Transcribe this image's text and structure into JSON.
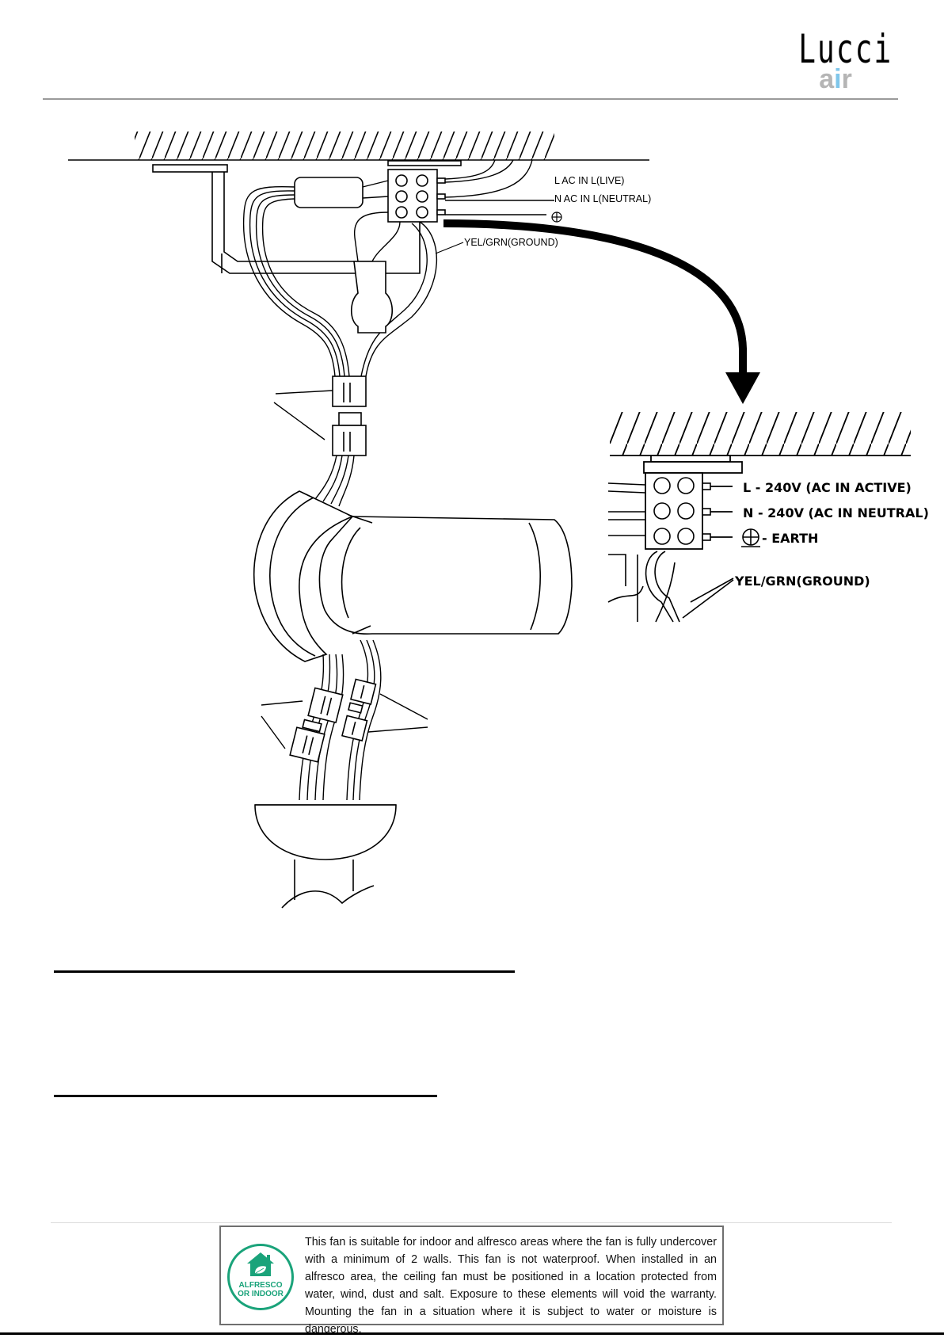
{
  "brand": {
    "name": "Lucci",
    "sub_a": "a",
    "sub_i": "i",
    "sub_r": "r"
  },
  "diagram": {
    "main_labels": {
      "live": "L  AC IN L(LIVE)",
      "neutral": "N AC IN L(NEUTRAL)",
      "ground": "YEL/GRN(GROUND)"
    },
    "inset_labels": {
      "live": "L  - 240V (AC IN ACTIVE)",
      "neutral": "N  - 240V (AC IN NEUTRAL)",
      "earth": "- EARTH",
      "ground": "YEL/GRN(GROUND)"
    }
  },
  "badge": {
    "line1": "ALFRESCO",
    "line2": "OR INDOOR"
  },
  "notice": {
    "text": "This fan is suitable for indoor and alfresco areas where the fan is fully undercover with a minimum of 2 walls. This fan is not waterproof. When installed in an alfresco area, the ceiling fan must be positioned in a location protected from water, wind, dust and salt. Exposure to these elements will void the warranty. Mounting the fan in a situation where it is subject to water or moisture is dangerous."
  },
  "colors": {
    "badge_green": "#1aa37a",
    "logo_grey": "#b5b5b5",
    "logo_blue": "#7fc6ea",
    "frame_grey": "#6f6f6f"
  }
}
